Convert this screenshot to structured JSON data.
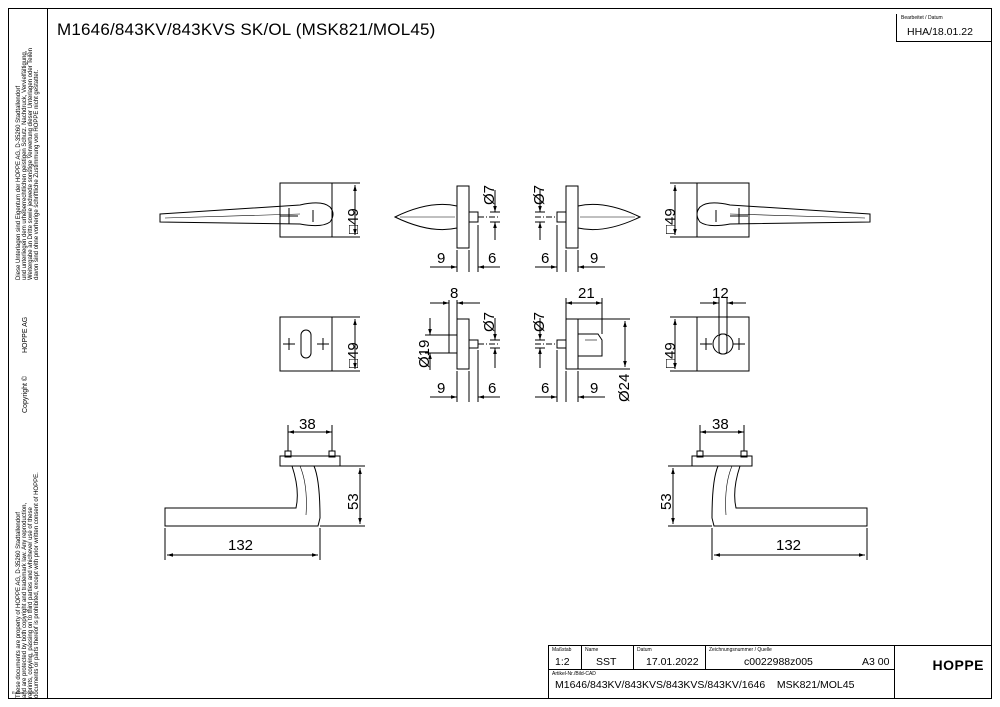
{
  "title": "M1646/843KV/843KVS SK/OL (MSK821/MOL45)",
  "header": {
    "edit_label": "Bearbeitet / Datum",
    "edit_value": "HHA/18.01.22"
  },
  "sidebar": {
    "legal_de": [
      "Diese Unterlagen sind Eigentum der HOPPE AG, D-35260 Stadtallendorf",
      "und unterliegen dem urheberrechtlichen geistigen Schutz. Nachdruck, Vervielfältigung,",
      "Weitergabe an Dritte sowie jedwede sonstige Verwertung dieser Unterlagen oder Teilen",
      "davon sind ohne vorherige schriftliche Zustimmung von HOPPE nicht gestattet."
    ],
    "company": "HOPPE AG",
    "copyright": "Copyright ©",
    "legal_en": [
      "These documents are property of HOPPE AG, D-35260 Stadtallendorf",
      "and are protected by both copyright and trademark law. Any reproduction,",
      "reprints, copying, passing on to third parties and whichever use of these",
      "documents or parts thereof is prohibited, except with prior written consent of HOPPE."
    ],
    "footer_code": "Edition 2016"
  },
  "dimensions": {
    "roses_square": "□49",
    "spindle_dia": "Ø7",
    "rose_thickness_in": "9",
    "rose_thickness_out": "6",
    "turn_width": "8",
    "turn_dia": "Ø19",
    "release_width": "21",
    "release_dia": "Ø24",
    "slot_width": "12",
    "fix_distance": "38",
    "lever_height": "53",
    "lever_length": "132"
  },
  "title_block": {
    "scale_label": "Maßstab",
    "scale": "1:2",
    "name_label": "Name",
    "name": "SST",
    "date_label": "Datum",
    "date": "17.01.2022",
    "drawing_label": "Zeichnungsnummer / Quelle",
    "drawing_no": "c0022988z005",
    "format": "A3 00",
    "article_label": "Artikel-Nr./Bild-CAD",
    "article": "M1646/843KV/843KVS/843KVS/843KV/1646    MSK821/MOL45",
    "logo": "HOPPE"
  },
  "colors": {
    "line": "#000000",
    "background": "#ffffff"
  }
}
